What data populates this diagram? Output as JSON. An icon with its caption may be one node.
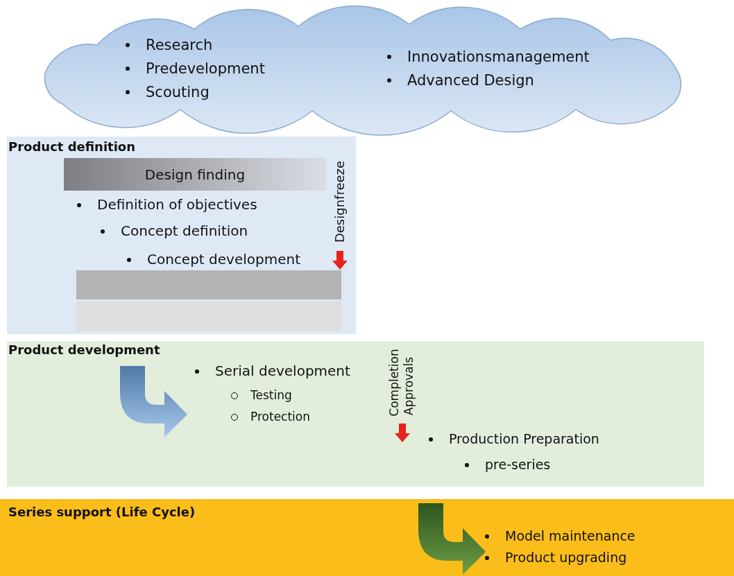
{
  "diagram": {
    "nodes": [
      {
        "text": [
          "Research",
          "Predevelopment",
          "Scouting",
          "Innovationsmanagement",
          "Advanced Design"
        ]
      },
      {
        "text": [
          "Product definition",
          "Definition of objectives",
          "Concept definition",
          "Concept development"
        ]
      },
      {
        "text": [
          "Design finding"
        ],
        "in": 1
      },
      {
        "text": [],
        "shape": "bar",
        "in": 1
      },
      {
        "text": [],
        "shape": "bar",
        "in": 1
      },
      {
        "text": [
          "Product development",
          "Serial development",
          "Testing",
          "Protection",
          "Production Preparation",
          "pre-series"
        ]
      },
      {
        "text": [
          "Series support (Life Cycle)",
          "Model maintenance",
          "Product upgrading"
        ]
      }
    ],
    "labels": [
      "Designfreeze",
      "Completion",
      "Approvals"
    ]
  }
}
